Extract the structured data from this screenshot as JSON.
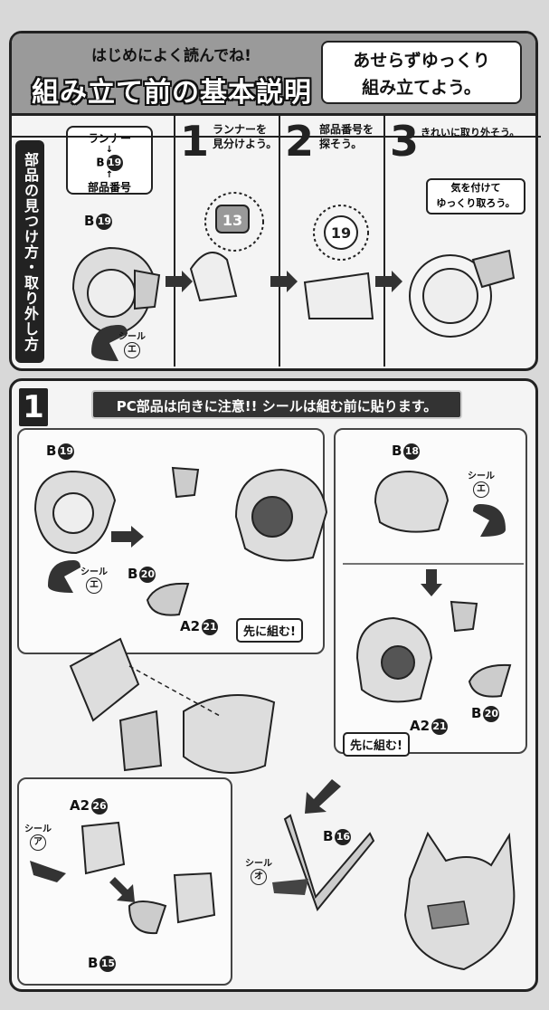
{
  "header": {
    "small_title": "はじめによく読んでね!",
    "big_title": "組み立て前の基本説明",
    "slogan_line1": "あせらずゆっくり",
    "slogan_line2": "組み立てよう。"
  },
  "guide": {
    "side_label": "部品の見つけ方・取り外し方",
    "callout_runner": "ランナー",
    "callout_mid": "B",
    "callout_mid_num": "19",
    "callout_part_number": "部品番号",
    "part_label": "B",
    "part_label_num": "19",
    "seal_word": "シール",
    "seal_char": "エ",
    "steps": [
      {
        "num": "1",
        "line1": "ランナーを",
        "line2": "見分けよう。",
        "badge": "13"
      },
      {
        "num": "2",
        "line1": "部品番号を",
        "line2": "探そう。",
        "badge": "19"
      },
      {
        "num": "3",
        "line1": "きれいに取り外そう。",
        "line2": "",
        "badge": ""
      }
    ],
    "step3_box_line1": "気を付けて",
    "step3_box_line2": "ゆっくり取ろう。"
  },
  "step1": {
    "number": "1",
    "banner": "PC部品は向きに注意!! シールは組む前に貼ります。",
    "left_part_top": "B",
    "left_part_top_num": "19",
    "left_seal_word": "シール",
    "left_seal_char": "エ",
    "left_part_b20": "B",
    "left_part_b20_num": "20",
    "left_part_a2": "A2",
    "left_part_a2_num": "21",
    "left_note": "先に組む!",
    "right_part_top": "B",
    "right_part_top_num": "18",
    "right_seal_word": "シール",
    "right_seal_char": "エ",
    "right_part_a2": "A2",
    "right_part_a2_num": "21",
    "right_part_b20": "B",
    "right_part_b20_num": "20",
    "right_note": "先に組む!",
    "bottom_left_a2": "A2",
    "bottom_left_a2_num": "26",
    "bottom_left_seal_word": "シール",
    "bottom_left_seal_char": "ア",
    "bottom_left_b": "B",
    "bottom_left_b_num": "15",
    "bottom_right_b": "B",
    "bottom_right_b_num": "16",
    "bottom_right_seal_word": "シール",
    "bottom_right_seal_char": "オ"
  },
  "colors": {
    "dark": "#222222",
    "panel": "#f4f4f4",
    "band": "#9a9a9a"
  }
}
